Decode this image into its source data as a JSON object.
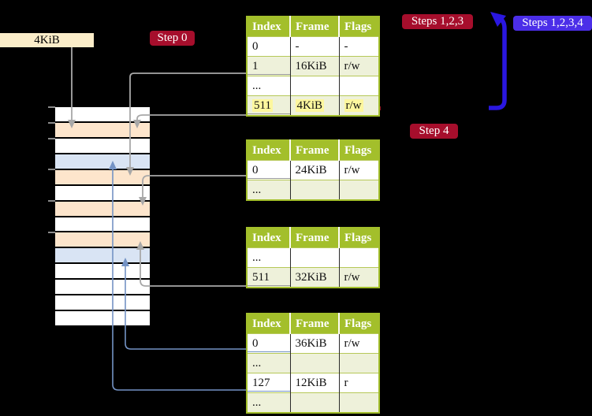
{
  "diagram": {
    "page_size_label": "4KiB",
    "badges": {
      "step0": "Step 0",
      "steps123": "Steps 1,2,3",
      "steps1234": "Steps 1,2,3,4",
      "step4": "Step 4"
    },
    "tables": [
      {
        "id": "page-table-top",
        "headers": [
          "Index",
          "Frame",
          "Flags"
        ],
        "rows": [
          {
            "cells": [
              "0",
              "-",
              "-"
            ]
          },
          {
            "cells": [
              "1",
              "16KiB",
              "r/w"
            ]
          },
          {
            "cells": [
              "...",
              "",
              ""
            ]
          },
          {
            "cells": [
              "511",
              "4KiB",
              "r/w"
            ],
            "highlighted": true
          }
        ]
      },
      {
        "id": "page-table-second",
        "headers": [
          "Index",
          "Frame",
          "Flags"
        ],
        "rows": [
          {
            "cells": [
              "0",
              "24KiB",
              "r/w"
            ]
          },
          {
            "cells": [
              "...",
              "",
              ""
            ]
          }
        ]
      },
      {
        "id": "page-table-third",
        "headers": [
          "Index",
          "Frame",
          "Flags"
        ],
        "rows": [
          {
            "cells": [
              "...",
              "",
              ""
            ]
          },
          {
            "cells": [
              "511",
              "32KiB",
              "r/w"
            ]
          }
        ]
      },
      {
        "id": "page-table-bottom",
        "headers": [
          "Index",
          "Frame",
          "Flags"
        ],
        "rows": [
          {
            "cells": [
              "0",
              "36KiB",
              "r/w"
            ]
          },
          {
            "cells": [
              "...",
              "",
              ""
            ]
          },
          {
            "cells": [
              "127",
              "12KiB",
              "r"
            ]
          },
          {
            "cells": [
              "...",
              "",
              ""
            ]
          }
        ]
      }
    ],
    "memory_strip": {
      "frame_colors": [
        "white",
        "peach",
        "white",
        "blue",
        "peach",
        "white",
        "peach",
        "white",
        "peach",
        "blue",
        "white",
        "white",
        "white",
        "white"
      ],
      "tick_count": 6
    },
    "colors": {
      "background": "#000000",
      "table_header_green": "#a3bf2b",
      "table_row_alt_green": "#eef1da",
      "highlight_yellow": "#fdf79e",
      "frame_peach": "#fde5cc",
      "frame_blue": "#d9e4f4",
      "badge_red": "#a60e2c",
      "badge_blue": "#4b2ee8",
      "thick_arrow_blue": "#2a17e0",
      "connector_gray": "#a8a8a8",
      "connector_blue": "#7493c5",
      "page_box_beige": "#fbedc9"
    }
  }
}
